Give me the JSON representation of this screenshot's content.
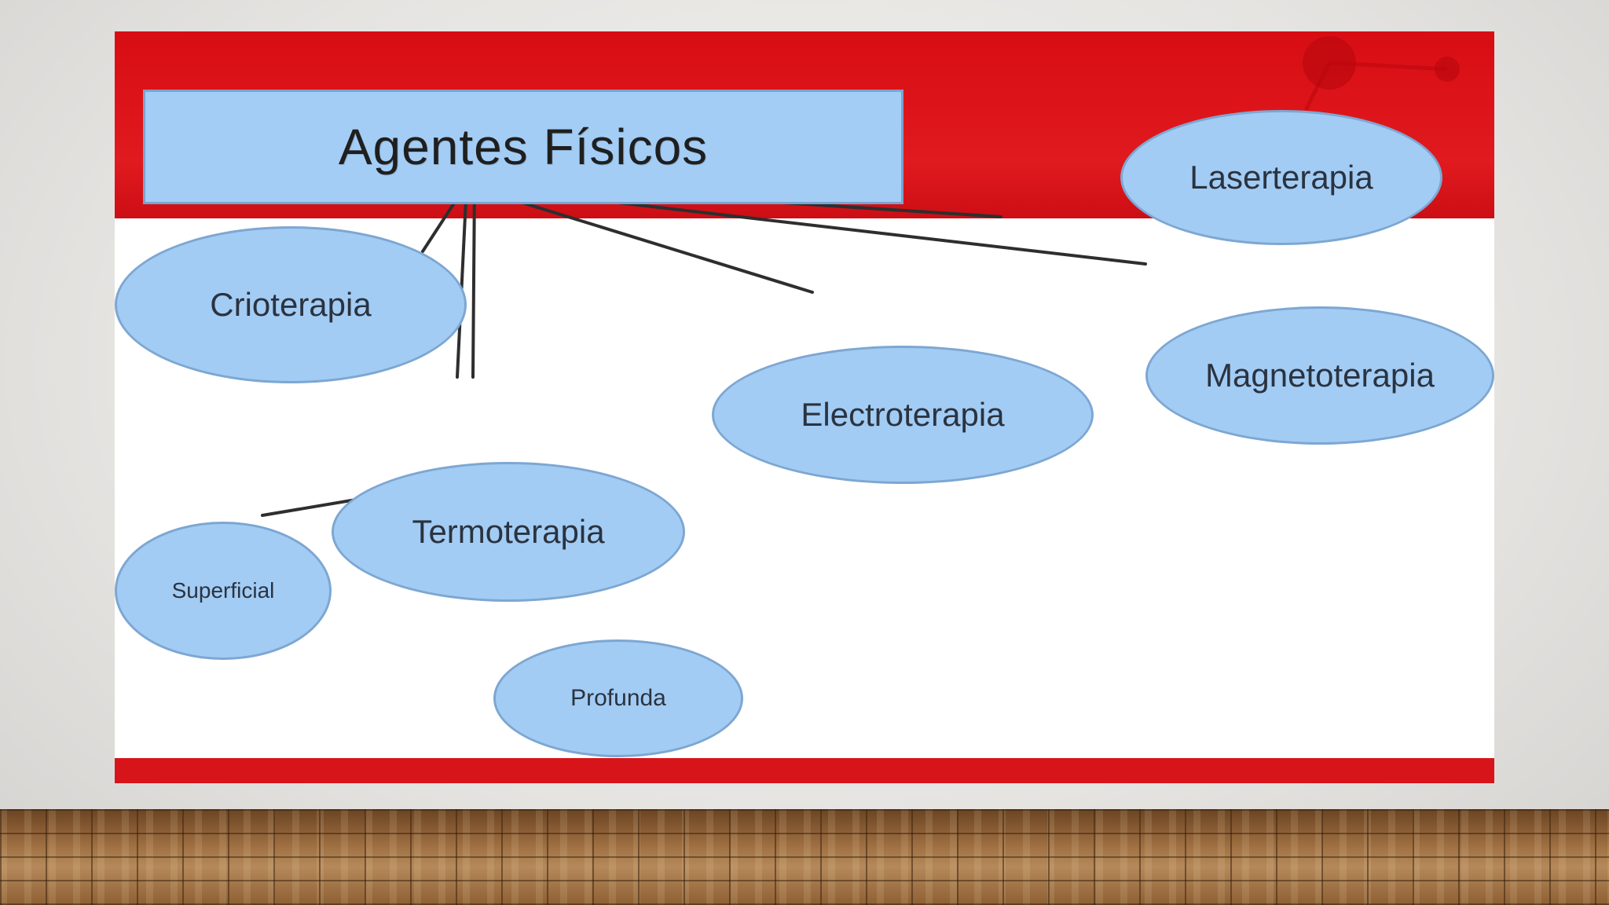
{
  "title": "Agentes Físicos",
  "nodes": {
    "laserterapia": "Laserterapia",
    "crioterapia": "Crioterapia",
    "electroterapia": "Electroterapia",
    "magnetoterapia": "Magnetoterapia",
    "termoterapia": "Termoterapia",
    "superficial": "Superficial",
    "profunda": "Profunda"
  },
  "colors": {
    "header_red": "#e01a1f",
    "node_fill": "#a3ccf4",
    "node_border": "#7da7d2",
    "connector": "#2e2e2e"
  }
}
